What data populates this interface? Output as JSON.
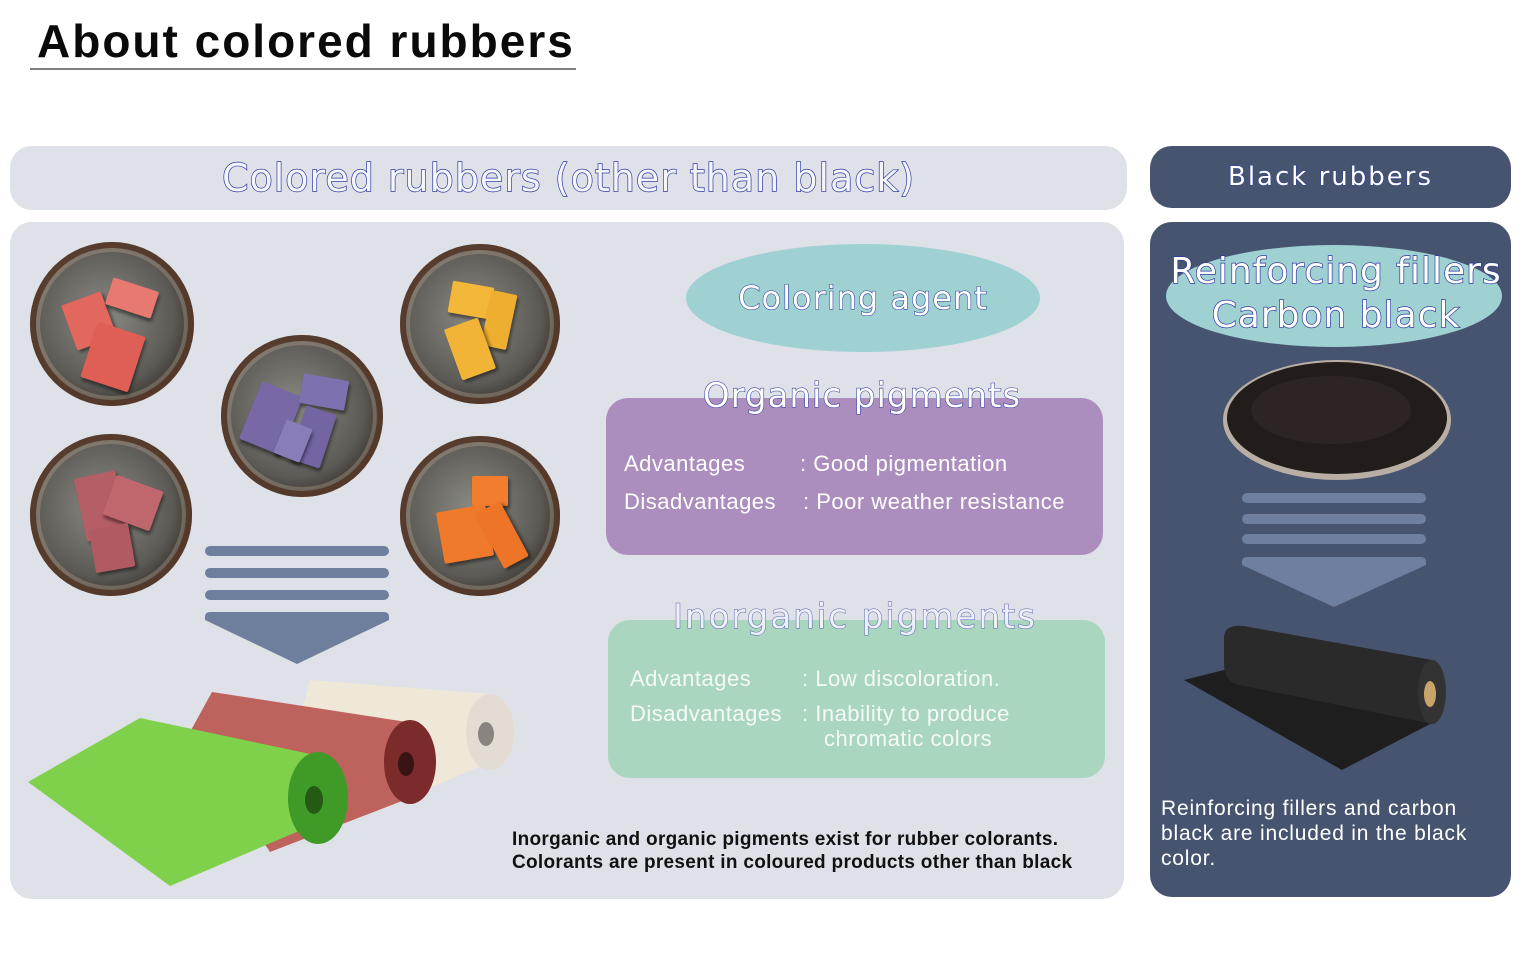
{
  "header": {
    "title": "About colored rubbers"
  },
  "colored_section": {
    "banner_title": "Colored rubbers (other than black)",
    "coloring_agent_label": "Coloring agent",
    "pigment_sample_plates": [
      {
        "color_name": "pink-red",
        "color": "#e0655e"
      },
      {
        "color_name": "yellow",
        "color": "#f0b63a"
      },
      {
        "color_name": "purple",
        "color": "#7a6aa8"
      },
      {
        "color_name": "dusty-red",
        "color": "#b85a62"
      },
      {
        "color_name": "orange",
        "color": "#f07a2e"
      }
    ],
    "rubber_rolls": [
      {
        "color_name": "green",
        "color": "#7fd04a"
      },
      {
        "color_name": "brick-red",
        "color": "#b85c58"
      },
      {
        "color_name": "cream",
        "color": "#efe8d8"
      }
    ],
    "organic": {
      "title": "Organic pigments",
      "advantages_label": "Advantages",
      "advantages_value": ": Good pigmentation",
      "disadvantages_label": "Disadvantages",
      "disadvantages_value": ": Poor weather resistance",
      "box_color": "#ab8ebd"
    },
    "inorganic": {
      "title": "Inorganic pigments",
      "advantages_label": "Advantages",
      "advantages_value": ": Low discoloration.",
      "disadvantages_label": "Disadvantages",
      "disadvantages_value_line1": ": Inability to produce",
      "disadvantages_value_line2": "chromatic colors",
      "box_color": "#aad6bf"
    },
    "caption_line1": "Inorganic and organic pigments exist for rubber colorants.",
    "caption_line2": "Colorants are present in coloured products other than black"
  },
  "black_section": {
    "banner_title": "Black rubbers",
    "filler_title_line1": "Reinforcing fillers",
    "filler_title_line2": "Carbon black",
    "caption_line1": "Reinforcing fillers and carbon",
    "caption_line2": "black are included in the black",
    "caption_line3": "color."
  },
  "colors": {
    "light_panel": "#dee1e7",
    "dark_panel": "#475470",
    "ellipse_teal": "#9fd1d3",
    "outline_text_stroke": "#2e3aa0",
    "arrow_light_bg": "#6e7f9e",
    "arrow_dark_bg": "#6f7f9f"
  }
}
